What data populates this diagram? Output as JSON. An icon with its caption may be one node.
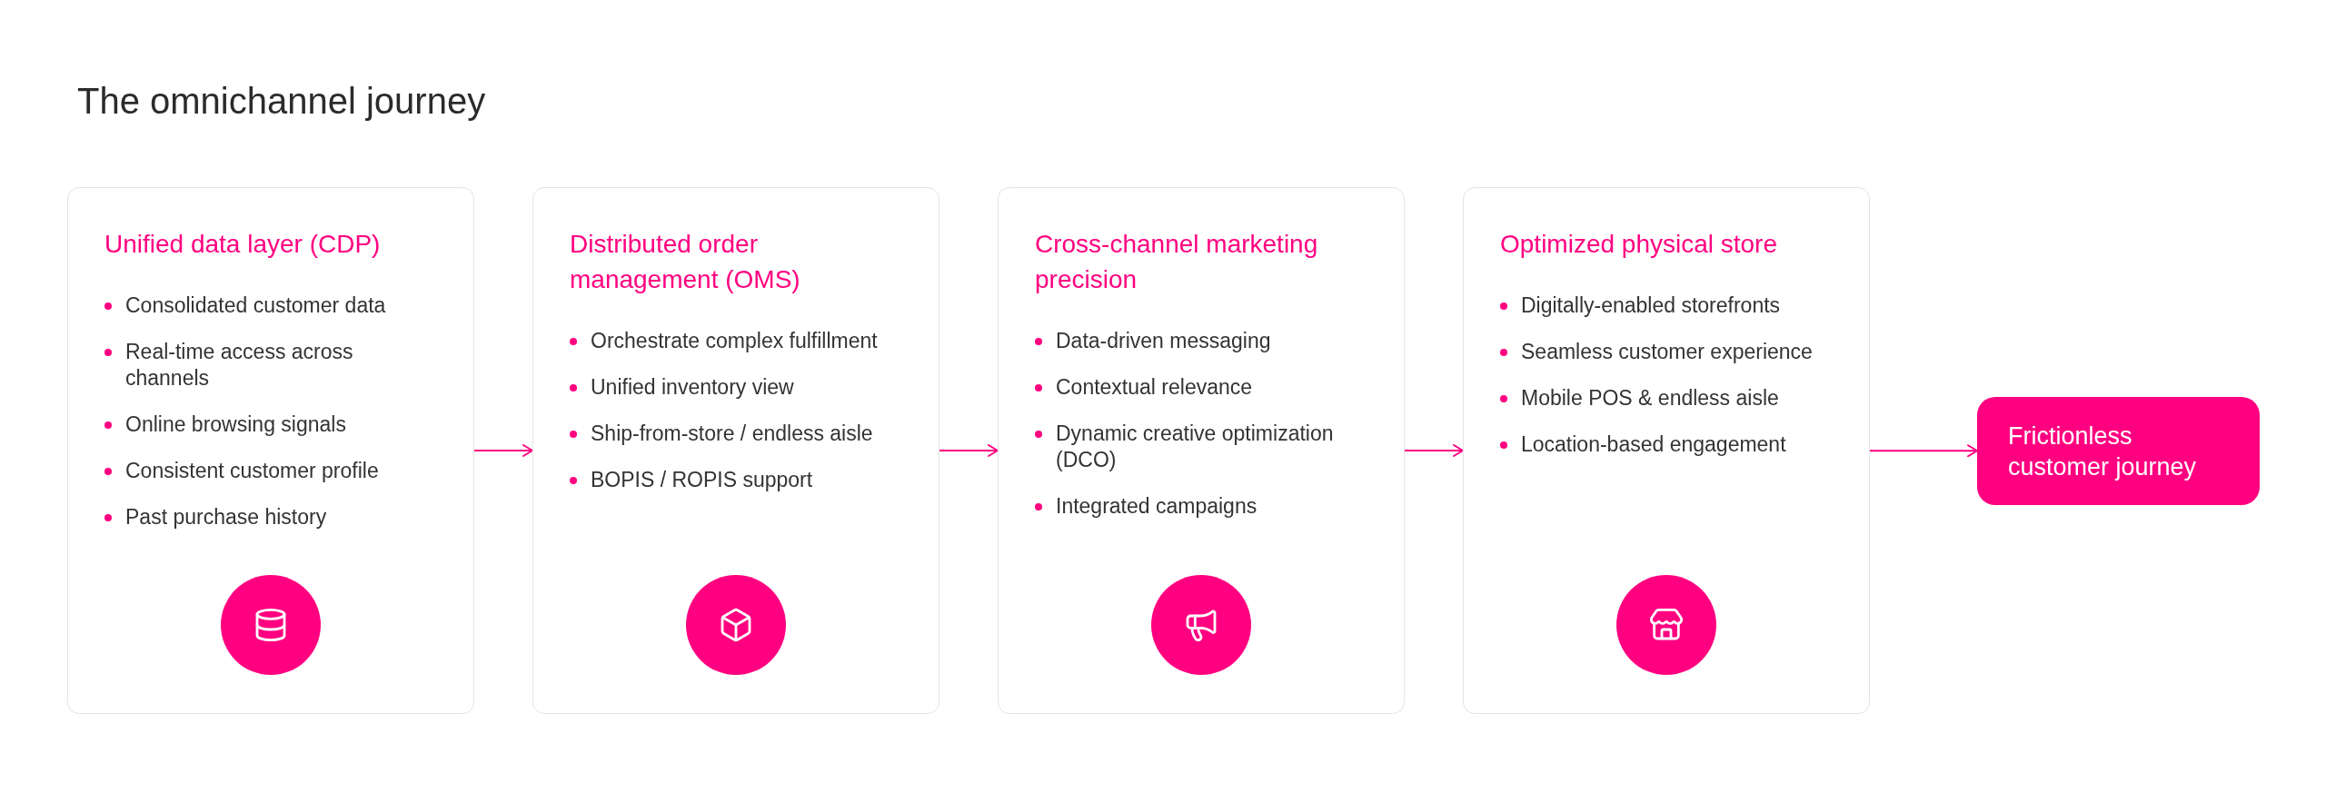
{
  "diagram": {
    "title": "The omnichannel journey",
    "nodes": [
      {
        "text": [
          "Unified data layer (CDP)",
          "Consolidated customer data",
          "Real-time access across channels",
          "Online browsing signals",
          "Consistent customer profile",
          "Past purchase history"
        ]
      },
      {
        "text": [
          "Distributed order management (OMS)",
          "Orchestrate complex fulfillment",
          "Unified inventory view",
          "Ship-from-store / endless aisle",
          "BOPIS / ROPIS support"
        ]
      },
      {
        "text": [
          "Cross-channel marketing precision",
          "Data-driven messaging",
          "Contextual relevance",
          "Dynamic creative optimization (DCO)",
          "Integrated campaigns"
        ]
      },
      {
        "text": [
          "Optimized physical store",
          "Digitally-enabled storefronts",
          "Seamless customer experience",
          "Mobile POS & endless aisle",
          "Location-based engagement"
        ]
      },
      {
        "text": [
          "Frictionless customer journey"
        ]
      }
    ],
    "edges": [
      {
        "from": 0,
        "to": 1,
        "arrow": "to"
      },
      {
        "from": 1,
        "to": 2,
        "arrow": "to"
      },
      {
        "from": 2,
        "to": 3,
        "arrow": "to"
      },
      {
        "from": 3,
        "to": 4,
        "arrow": "to"
      }
    ]
  }
}
